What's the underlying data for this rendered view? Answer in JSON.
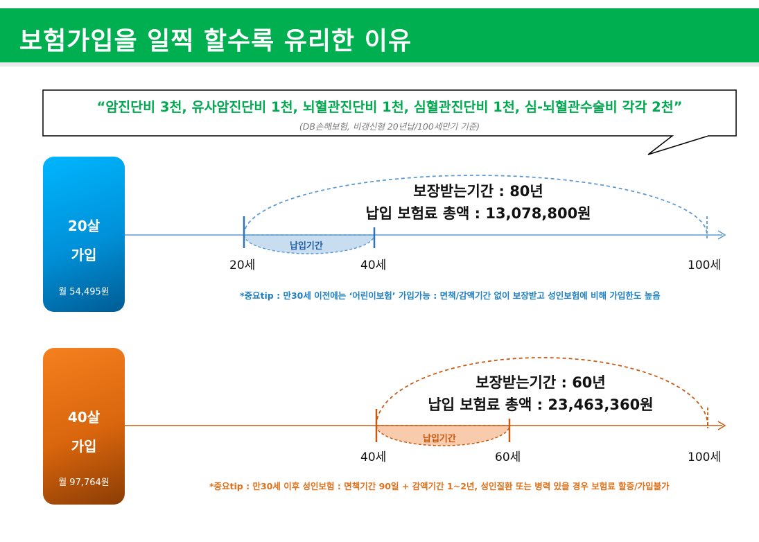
{
  "title": "보험가입을 일찍 할수록 유리한 이유",
  "quote": {
    "text": "“암진단비 3천, 유사암진단비 1천, 뇌혈관진단비 1천, 심혈관진단비 1천, 심-뇌혈관수술비 각각 2천”",
    "source": "(DB손해보험, 비갱신형 20년납/100세만기 기준)"
  },
  "scenario_20": {
    "age": "20살",
    "join": "가입",
    "monthly": "월 54,495원",
    "coverage": "보장받는기간 : 80년",
    "total": "납입 보험료 총액 : 13,078,800원",
    "period_label": "납입기간",
    "ticks": [
      "20세",
      "40세",
      "100세"
    ],
    "tip": "*중요tip : 만30세 이전에는 ‘어린이보험’ 가입가능 : 면책/감액기간 없이 보장받고 성인보험에 비해 가입한도 높음",
    "color": "#0091d9"
  },
  "scenario_40": {
    "age": "40살",
    "join": "가입",
    "monthly": "월 97,764원",
    "coverage": "보장받는기간 : 60년",
    "total": "납입 보험료 총액 : 23,463,360원",
    "period_label": "납입기간",
    "ticks": [
      "40세",
      "60세",
      "100세"
    ],
    "tip": "*중요tip : 만30세 이후 성인보험 : 면책기간 90일 + 감액기간 1~2년, 성인질환 또는 병력 있을 경우 보험료 할증/가입불가",
    "color": "#d9650d"
  }
}
